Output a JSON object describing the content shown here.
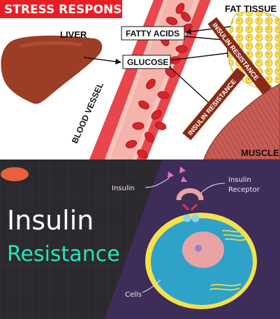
{
  "top_panel": {
    "banner_title": "STRESS RESPONSE",
    "liver_label": "LIVER",
    "fat_tissue_label": "FAT TISSUE",
    "fatty_acids_label": "FATTY ACIDS",
    "glucose_label": "GLUCOSE",
    "blood_vessel_label": "BLOOD VESSEL",
    "insulin_resistance_label_1": "INSULIN RESISTANCE",
    "insulin_resistance_label_2": "INSULIN RESISTANCE",
    "muscle_label": "MUSCLE"
  },
  "bottom_panel": {
    "title_line1": "Insulin",
    "title_line2": "Resistance",
    "insulin_label": "Insulin",
    "receptor_label_line1": "Insulin",
    "receptor_label_line2": "Receptor",
    "cells_label": "Cells"
  },
  "colors": {
    "banner": "#ec1c24",
    "vessel_wall": "#e8464b",
    "vessel_inner": "#f6b3ab",
    "blood_cell": "#d8232a",
    "liver": "#9c3d25",
    "fat": "#f6de5a",
    "muscle": "#c85d55",
    "ribbon": "#8a2a14",
    "dark_bg": "#2b292e",
    "purple_bg": "#3e2d58",
    "title_white": "#ffffff",
    "title_green": "#27e4b6",
    "cell_outer": "#f4e24a",
    "cell_inner": "#2ea2c8",
    "nucleus": "#e8a3a5"
  }
}
